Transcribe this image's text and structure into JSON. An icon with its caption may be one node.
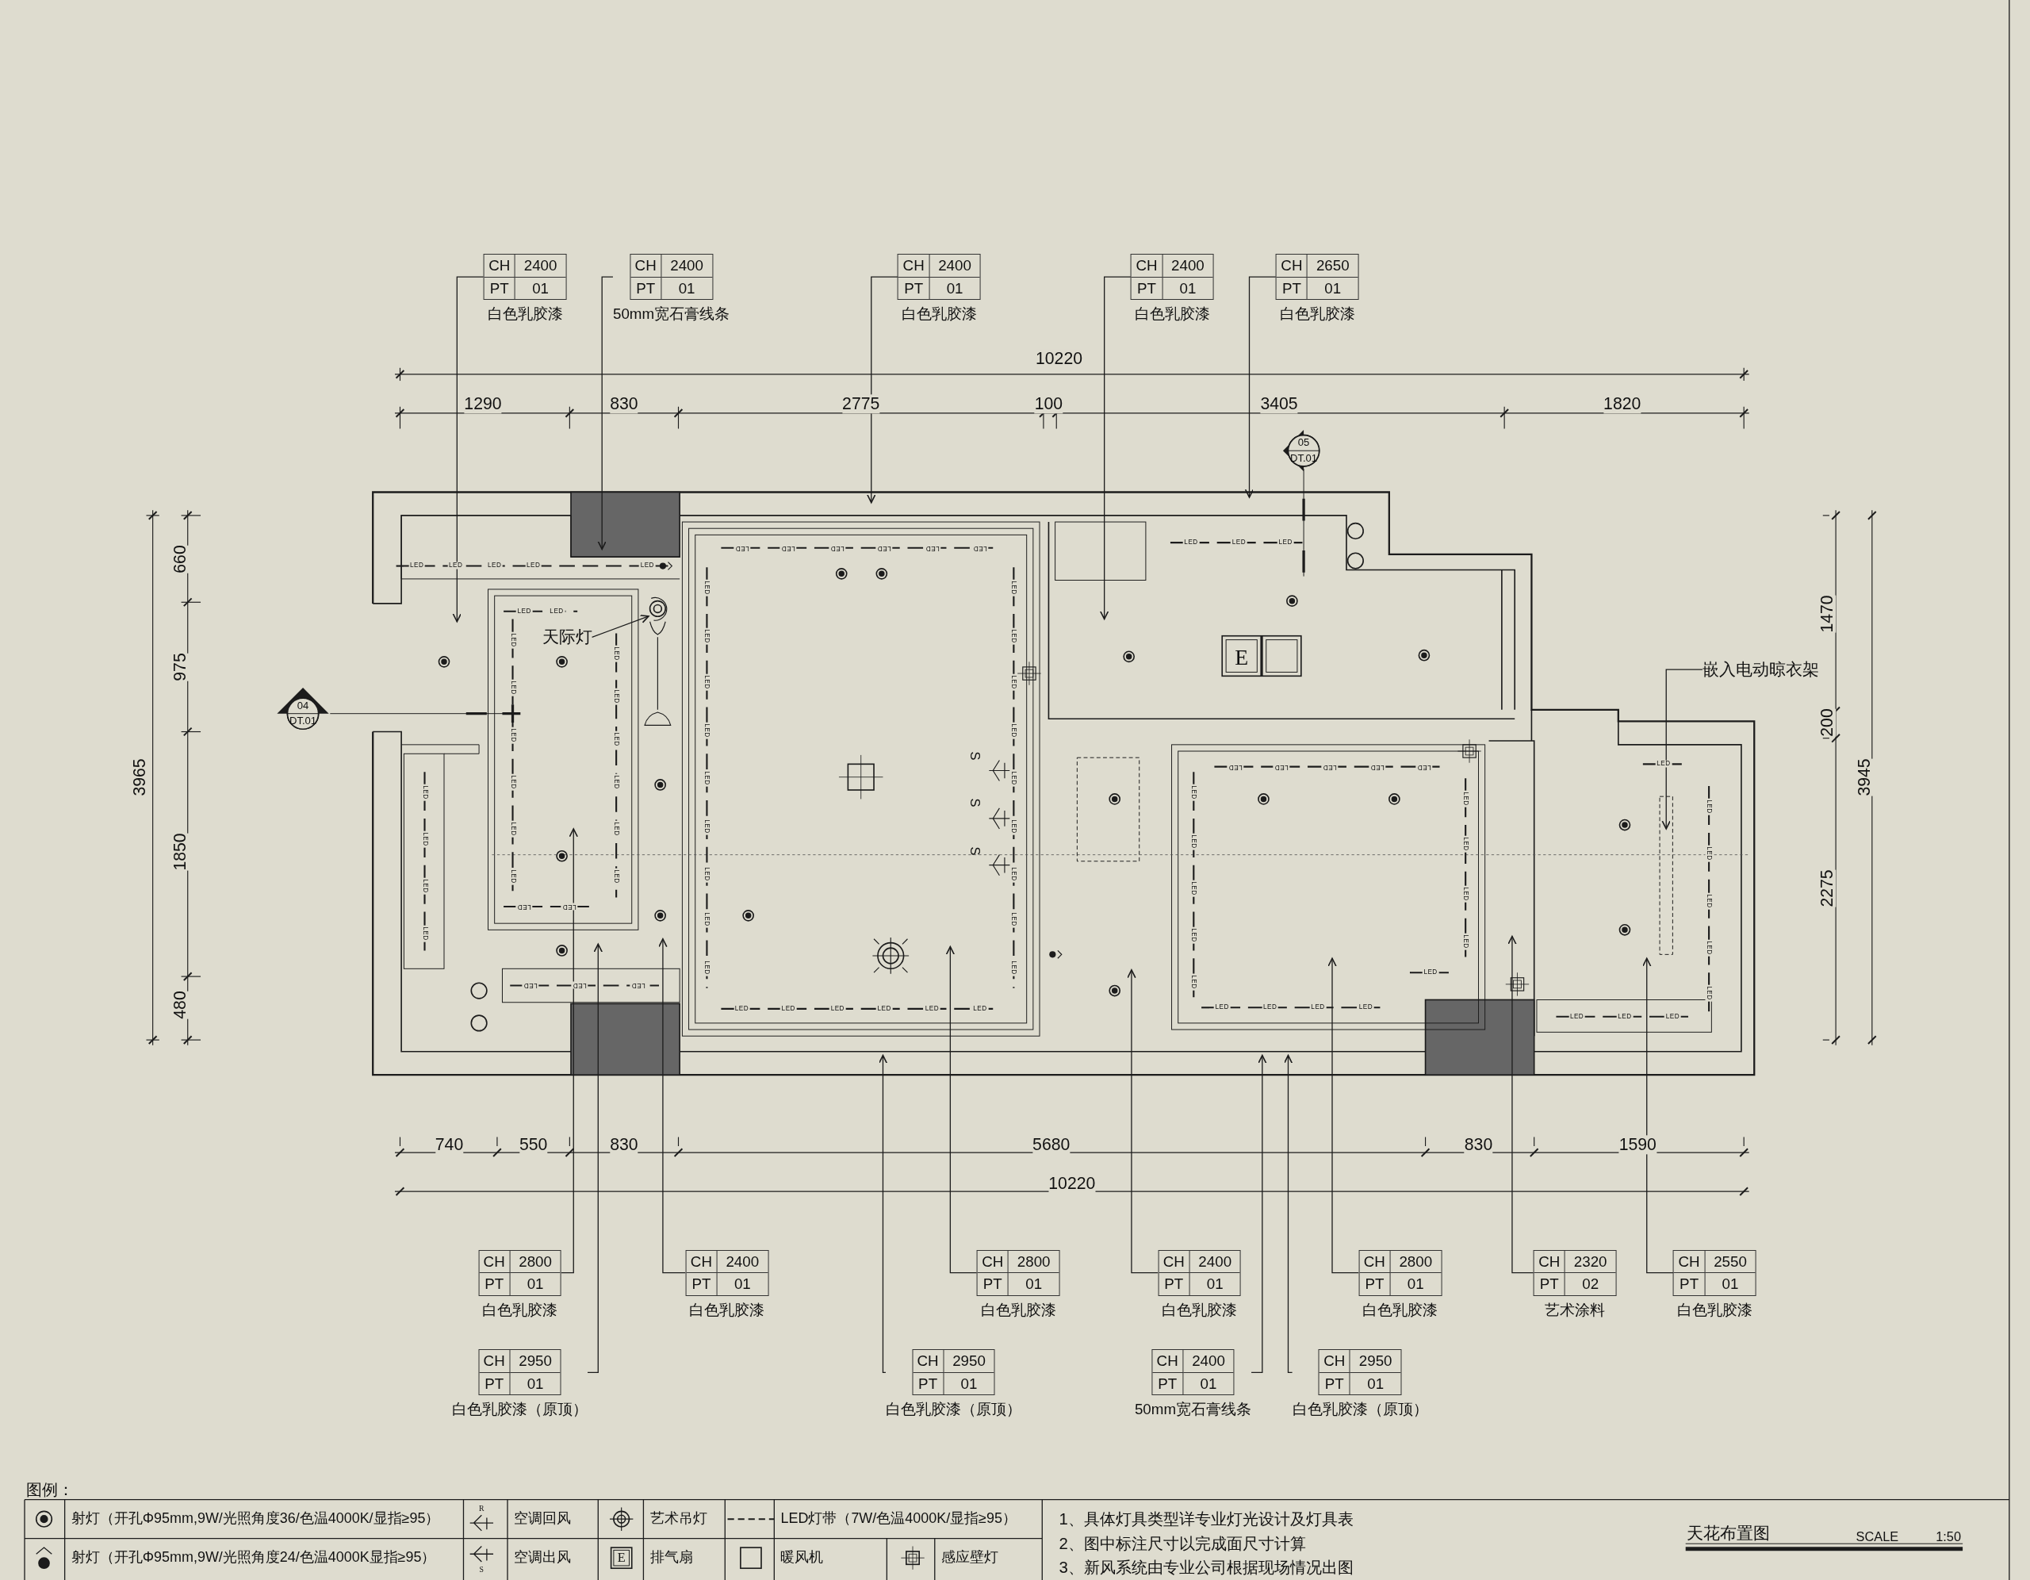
{
  "diagram": {
    "title": "天花布置图",
    "nodes": [
      {
        "text": [
          "CH",
          "2400",
          "PT",
          "01"
        ],
        "beside": [
          "白色乳胶漆"
        ]
      },
      {
        "text": [
          "CH",
          "2400",
          "PT",
          "01"
        ],
        "beside": [
          "50mm宽石膏线条"
        ]
      },
      {
        "text": [
          "CH",
          "2400",
          "PT",
          "01"
        ],
        "beside": [
          "白色乳胶漆"
        ]
      },
      {
        "text": [
          "CH",
          "2400",
          "PT",
          "01"
        ],
        "beside": [
          "白色乳胶漆"
        ]
      },
      {
        "text": [
          "CH",
          "2650",
          "PT",
          "01"
        ],
        "beside": [
          "白色乳胶漆"
        ]
      },
      {
        "text": [
          "天际灯"
        ]
      },
      {
        "text": [
          "嵌入电动晾衣架"
        ]
      },
      {
        "text": [
          "CH",
          "2800",
          "PT",
          "01"
        ],
        "beside": [
          "白色乳胶漆"
        ]
      },
      {
        "text": [
          "CH",
          "2400",
          "PT",
          "01"
        ],
        "beside": [
          "白色乳胶漆"
        ]
      },
      {
        "text": [
          "CH",
          "2800",
          "PT",
          "01"
        ],
        "beside": [
          "白色乳胶漆"
        ]
      },
      {
        "text": [
          "CH",
          "2400",
          "PT",
          "01"
        ],
        "beside": [
          "白色乳胶漆"
        ]
      },
      {
        "text": [
          "CH",
          "2800",
          "PT",
          "01"
        ],
        "beside": [
          "白色乳胶漆"
        ]
      },
      {
        "text": [
          "CH",
          "2320",
          "PT",
          "02"
        ],
        "beside": [
          "艺术涂料"
        ]
      },
      {
        "text": [
          "CH",
          "2550",
          "PT",
          "01"
        ],
        "beside": [
          "白色乳胶漆"
        ]
      },
      {
        "text": [
          "CH",
          "2950",
          "PT",
          "01"
        ],
        "beside": [
          "白色乳胶漆（原顶）"
        ]
      },
      {
        "text": [
          "CH",
          "2950",
          "PT",
          "01"
        ],
        "beside": [
          "白色乳胶漆（原顶）"
        ]
      },
      {
        "text": [
          "CH",
          "2400",
          "PT",
          "01"
        ],
        "beside": [
          "50mm宽石膏线条"
        ]
      },
      {
        "text": [
          "CH",
          "2950",
          "PT",
          "01"
        ],
        "beside": [
          "白色乳胶漆（原顶）"
        ]
      },
      {
        "text": [],
        "shape": "picture"
      }
    ],
    "edges": [
      {
        "from": 0,
        "to": null,
        "arrow": "to"
      },
      {
        "from": 1,
        "to": null,
        "arrow": "to"
      },
      {
        "from": 2,
        "to": null,
        "arrow": "to"
      },
      {
        "from": 3,
        "to": null,
        "arrow": "to"
      },
      {
        "from": 4,
        "to": null,
        "arrow": "to"
      },
      {
        "from": 5,
        "to": 18,
        "arrow": "to"
      },
      {
        "from": 6,
        "to": null,
        "arrow": "to"
      },
      {
        "from": 7,
        "to": null,
        "arrow": "to"
      },
      {
        "from": 8,
        "to": null,
        "arrow": "to"
      },
      {
        "from": 9,
        "to": null,
        "arrow": "to"
      },
      {
        "from": 10,
        "to": null,
        "arrow": "to"
      },
      {
        "from": 11,
        "to": null,
        "arrow": "to"
      },
      {
        "from": 12,
        "to": null,
        "arrow": "to"
      },
      {
        "from": 13,
        "to": null,
        "arrow": "to"
      },
      {
        "from": 14,
        "to": null,
        "arrow": "to"
      },
      {
        "from": 15,
        "to": null,
        "arrow": "to"
      },
      {
        "from": 16,
        "to": null,
        "arrow": "to"
      },
      {
        "from": 17,
        "to": null,
        "arrow": "to"
      }
    ],
    "labels": [
      "10220",
      "1290",
      "830",
      "2775",
      "100",
      "3405",
      "1820",
      "05",
      "DT.01",
      "660",
      "975",
      "3965",
      "1850",
      "480",
      "1470",
      "200",
      "3945",
      "2275",
      "04",
      "DT.01",
      "E",
      "S",
      "S",
      "S",
      "LED",
      "LED",
      "LED",
      "LED",
      "LED",
      "LED",
      "LED",
      "LED",
      "LED",
      "LED",
      "LED",
      "LED",
      "LED",
      "LED",
      "LED",
      "LED",
      "LED",
      "LED",
      "LED",
      "LED",
      "LED",
      "LED",
      "LED",
      "LED",
      "LED",
      "LED",
      "LED",
      "LED",
      "LED",
      "LED",
      "LED",
      "LED",
      "LED",
      "LED",
      "LED",
      "LED",
      "LED",
      "LED",
      "LED",
      "LED",
      "LED",
      "LED",
      "LED",
      "LED",
      "LED",
      "LED",
      "LED",
      "LED",
      "LED",
      "LED",
      "LED",
      "LED",
      "LED",
      "LED",
      "LED",
      "LED",
      "LED",
      "LED",
      "LED",
      "LED",
      "LED",
      "LED",
      "LED",
      "LED",
      "LED",
      "LED",
      "LED",
      "LED",
      "LED",
      "LED",
      "LED",
      "LED",
      "LED",
      "LED",
      "LED",
      "LED",
      "LED",
      "LED",
      "LED",
      "LED",
      "LED",
      "LED",
      "LED",
      "LED",
      "LED",
      "LED",
      "LED",
      "LED",
      "LED",
      "740",
      "550",
      "830",
      "5680",
      "830",
      "1590",
      "10220",
      "图例：",
      "R",
      "S",
      "E",
      "1、具体灯具类型详专业灯光设计及灯具表",
      "2、图中标注尺寸以完成面尺寸计算",
      "3、新风系统由专业公司根据现场情况出图",
      "SCALE",
      "1:50"
    ],
    "legend": [
      {
        "text": "射灯（开孔Φ95mm,9W/光照角度36/色温4000K/显指≥95）"
      },
      {
        "text": "空调回风"
      },
      {
        "text": "艺术吊灯"
      },
      {
        "text": "LED灯带（7W/色温4000K/显指≥95）"
      },
      {
        "text": "射灯（开孔Φ95mm,9W/光照角度24/色温4000K显指≥95）"
      },
      {
        "text": "空调出风"
      },
      {
        "text": "排气扇"
      },
      {
        "text": "暖风机"
      },
      {
        "text": "感应壁灯"
      }
    ]
  }
}
